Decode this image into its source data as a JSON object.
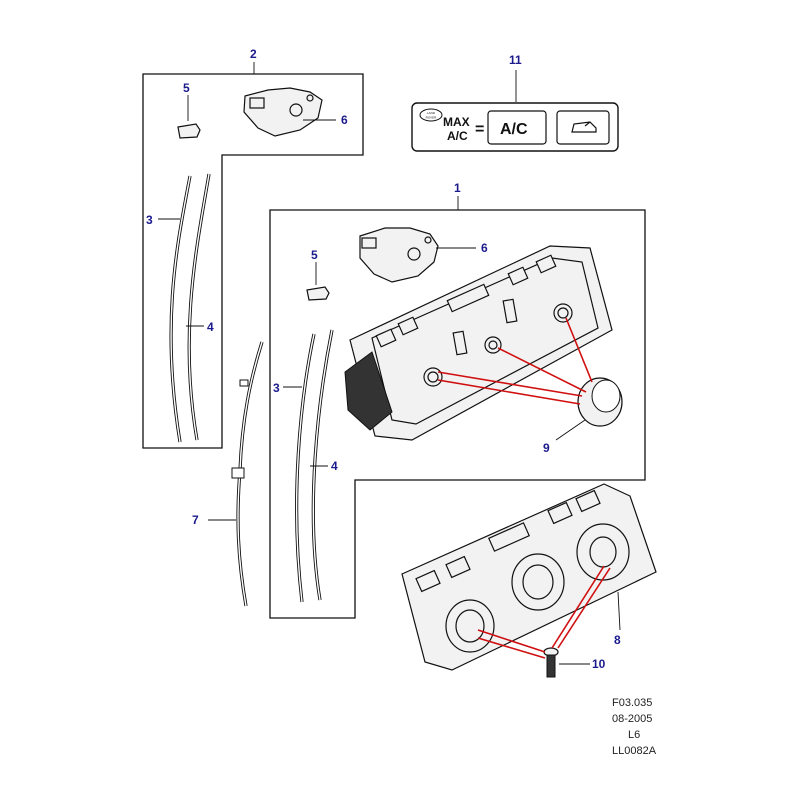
{
  "callouts": {
    "c1": "1",
    "c2": "2",
    "c3a": "3",
    "c3b": "3",
    "c4a": "4",
    "c4b": "4",
    "c5a": "5",
    "c5b": "5",
    "c6a": "6",
    "c6b": "6",
    "c7": "7",
    "c8": "8",
    "c9": "9",
    "c10": "10",
    "c11": "11"
  },
  "ac_label": {
    "max": "MAX",
    "ac_small": "A/C",
    "equals": "=",
    "ac_big": "A/C",
    "logo_top": "LAND",
    "logo_bottom": "ROVER"
  },
  "reference": {
    "line1": "F03.035",
    "line2": "08-2005",
    "line3": "L6",
    "line4": "LL0082A"
  },
  "colors": {
    "callout": "#1a1a8c",
    "highlight": "#d01010",
    "ink": "#111111"
  }
}
